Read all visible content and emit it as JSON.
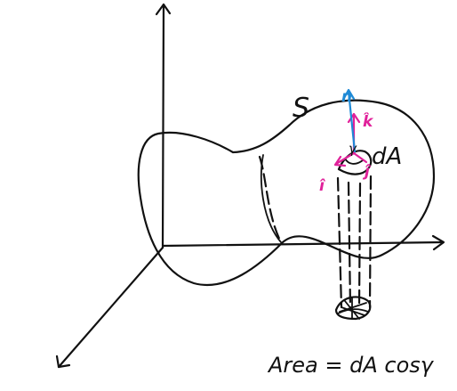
{
  "labels": {
    "surface": "S",
    "normal": "n",
    "k_hat": "k̂",
    "j_hat": "ĵ",
    "i_hat": "î",
    "gamma": "γ",
    "dA": "dA",
    "area_formula": "Area = dA cosγ"
  },
  "colors": {
    "ink": "#111111",
    "unit_vectors": "#e0219a",
    "normal_vector": "#1f8ad6",
    "background": "#ffffff"
  }
}
